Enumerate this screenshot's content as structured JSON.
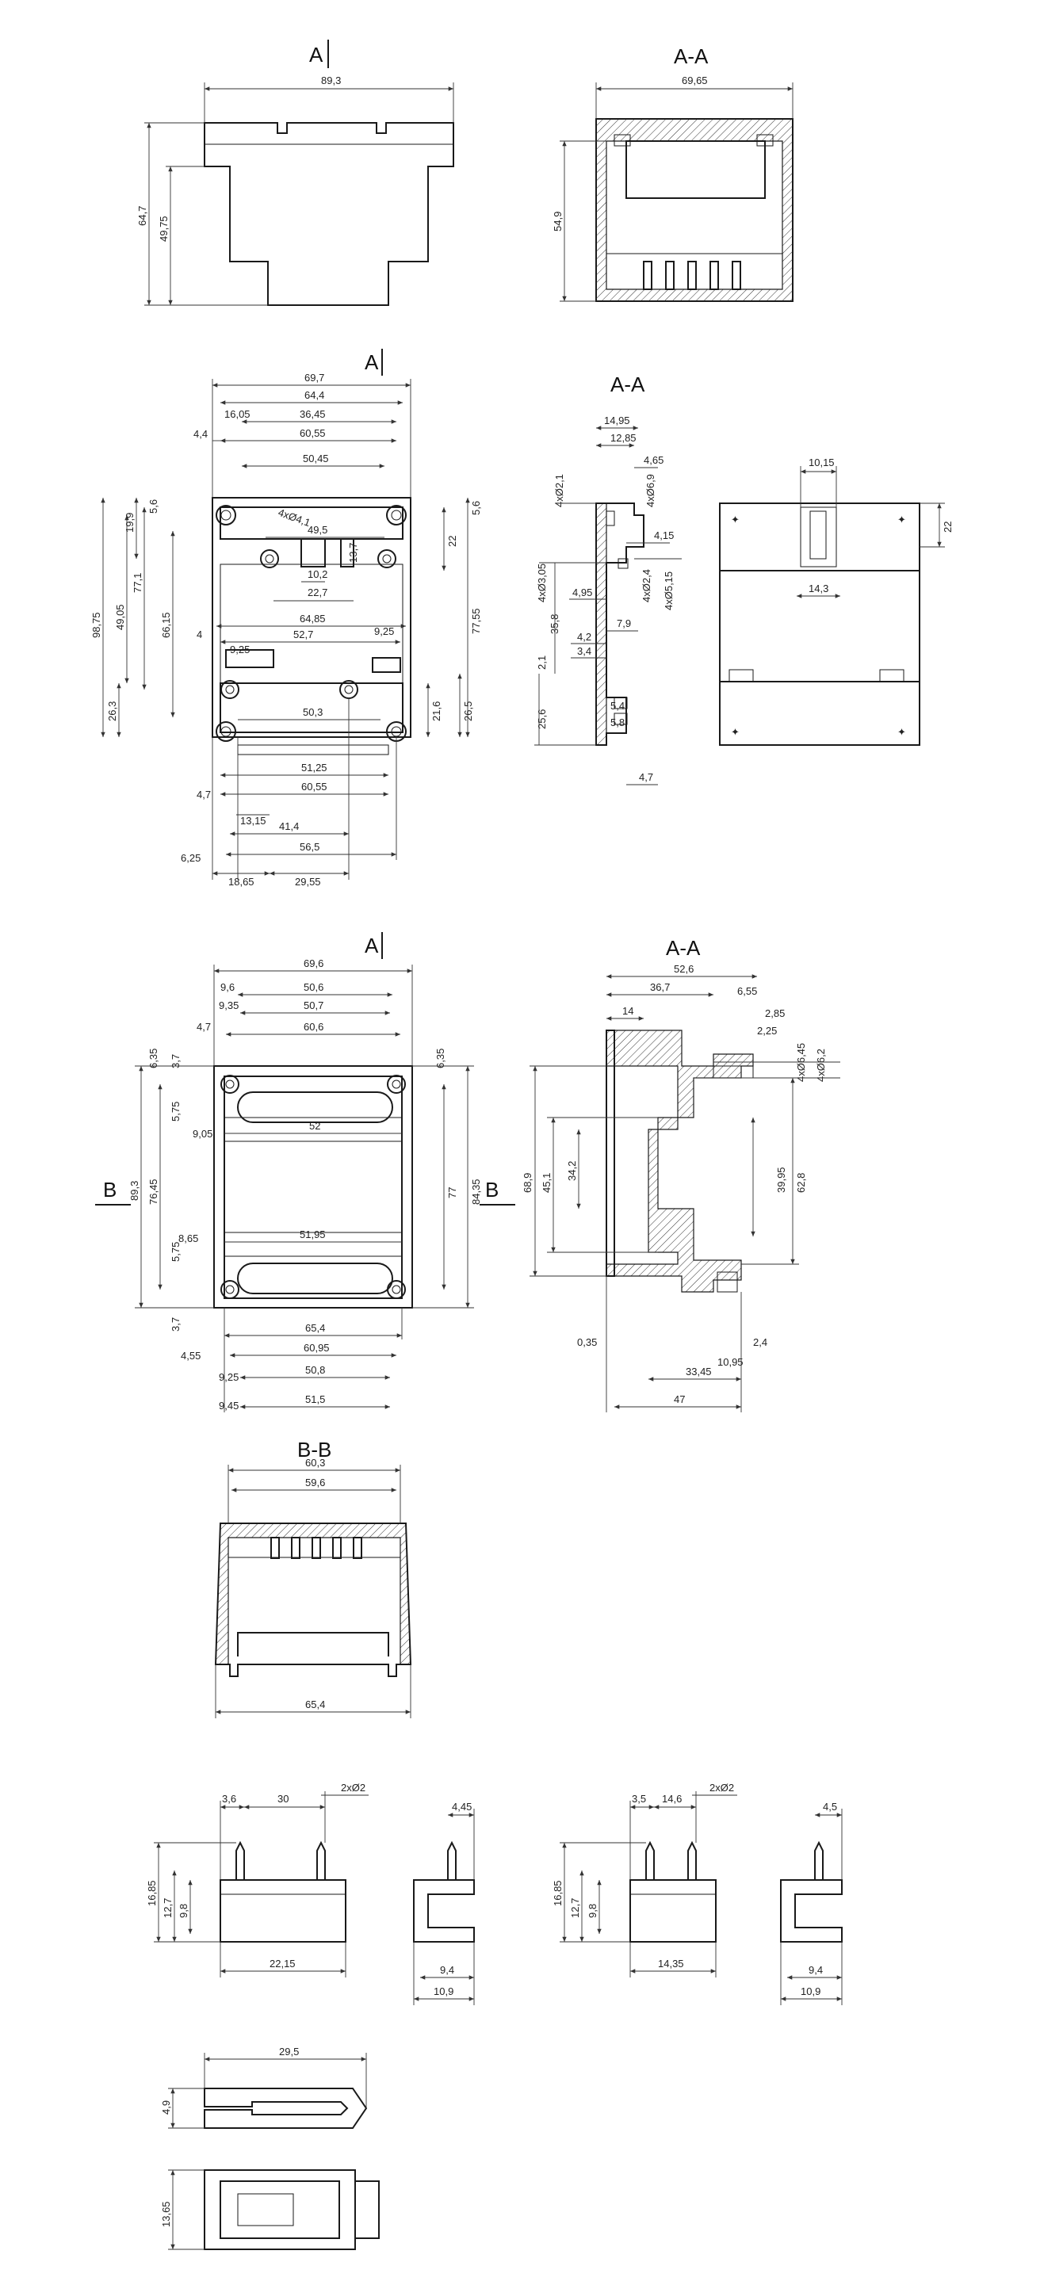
{
  "labels": {
    "view_a": "A",
    "section_aa": "A-A",
    "section_bb": "B-B",
    "marker_b": "B"
  },
  "view1": {
    "width": "89,3",
    "h1": "64,7",
    "h2": "49,75",
    "section_width": "69,65",
    "section_height": "54,9"
  },
  "view2": {
    "d": [
      "69,7",
      "64,4",
      "36,45",
      "16,05",
      "4,4",
      "60,55",
      "50,45",
      "49,5",
      "10,2",
      "22,7",
      "13,7",
      "52,7",
      "64,85",
      "9,25",
      "9,25",
      "50,3",
      "51,25",
      "60,55",
      "41,4",
      "56,5",
      "29,55",
      "18,65",
      "13,15",
      "6,25",
      "4,7",
      "4"
    ],
    "left": [
      "5,6",
      "19,9",
      "77,1",
      "66,15",
      "49,05",
      "98,75",
      "26,3"
    ],
    "right": [
      "5,6",
      "22",
      "77,55",
      "21,6",
      "26,5"
    ],
    "hole": "4xØ4,1",
    "side_top": [
      "14,95",
      "12,85",
      "4,65",
      "4,15",
      "7,9",
      "4,2",
      "3,4",
      "4,7"
    ],
    "side_left": [
      "4xØ2,1",
      "4xØ3,05",
      "4,95",
      "35,8",
      "2,1",
      "25,6"
    ],
    "side_right": [
      "4xØ6,9",
      "4xØ2,4",
      "4xØ5,15"
    ],
    "side_small": [
      "5,4",
      "5,8"
    ],
    "back": [
      "10,15",
      "22",
      "14,3"
    ]
  },
  "view3": {
    "top": [
      "69,6",
      "50,6",
      "50,7",
      "60,6",
      "9,6",
      "9,35",
      "4,7",
      "52",
      "9,05",
      "51,95",
      "8,65"
    ],
    "left": [
      "6,35",
      "3,7",
      "5,75",
      "89,3",
      "76,45",
      "5,75",
      "3,7"
    ],
    "right": [
      "6,35",
      "77",
      "84,35"
    ],
    "bottom": [
      "65,4",
      "60,95",
      "50,8",
      "51,5",
      "4,55",
      "9,25",
      "9,45"
    ],
    "aa": [
      "52,6",
      "36,7",
      "14",
      "6,55",
      "2,85",
      "2,25",
      "4xØ6,45",
      "4xØ6,2",
      "68,9",
      "45,1",
      "34,2",
      "39,95",
      "62,8",
      "0,35",
      "10,95",
      "2,4",
      "33,45",
      "47"
    ]
  },
  "view_bb": {
    "top1": "60,3",
    "top2": "59,6",
    "bottom": "65,4"
  },
  "clip1": {
    "a": "3,6",
    "b": "30",
    "pins": "2xØ2",
    "h1": "16,85",
    "h2": "12,7",
    "h3": "9,8",
    "w": "22,15",
    "side_top": "4,45",
    "side_w1": "9,4",
    "side_w2": "10,9"
  },
  "clip2": {
    "a": "3,5",
    "b": "14,6",
    "pins": "2xØ2",
    "h1": "16,85",
    "h2": "12,7",
    "h3": "9,8",
    "w": "14,35",
    "side_top": "4,5",
    "side_w1": "9,4",
    "side_w2": "10,9"
  },
  "slider": {
    "w": "29,5",
    "h": "4,9",
    "h2": "13,65"
  }
}
